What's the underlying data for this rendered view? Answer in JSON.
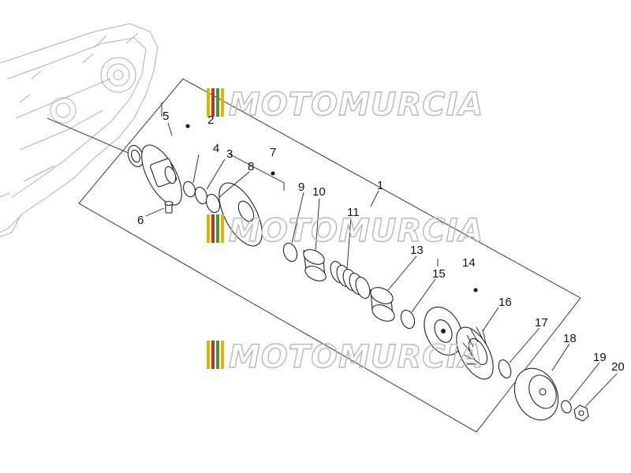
{
  "watermark": {
    "text": "MOTOMURCIA",
    "stripe_colors": [
      "#e0b400",
      "#c83222",
      "#3f9a3a",
      "#e0b400"
    ]
  },
  "callouts": [
    {
      "id": "1",
      "label": "1"
    },
    {
      "id": "2",
      "label": "2"
    },
    {
      "id": "3",
      "label": "3"
    },
    {
      "id": "4",
      "label": "4"
    },
    {
      "id": "5",
      "label": "5"
    },
    {
      "id": "6",
      "label": "6"
    },
    {
      "id": "7",
      "label": "7"
    },
    {
      "id": "8",
      "label": "8"
    },
    {
      "id": "9",
      "label": "9"
    },
    {
      "id": "10",
      "label": "10"
    },
    {
      "id": "11",
      "label": "11"
    },
    {
      "id": "13",
      "label": "13"
    },
    {
      "id": "14",
      "label": "14"
    },
    {
      "id": "15",
      "label": "15"
    },
    {
      "id": "16",
      "label": "16"
    },
    {
      "id": "17",
      "label": "17"
    },
    {
      "id": "18",
      "label": "18"
    },
    {
      "id": "19",
      "label": "19"
    },
    {
      "id": "20",
      "label": "20"
    }
  ]
}
